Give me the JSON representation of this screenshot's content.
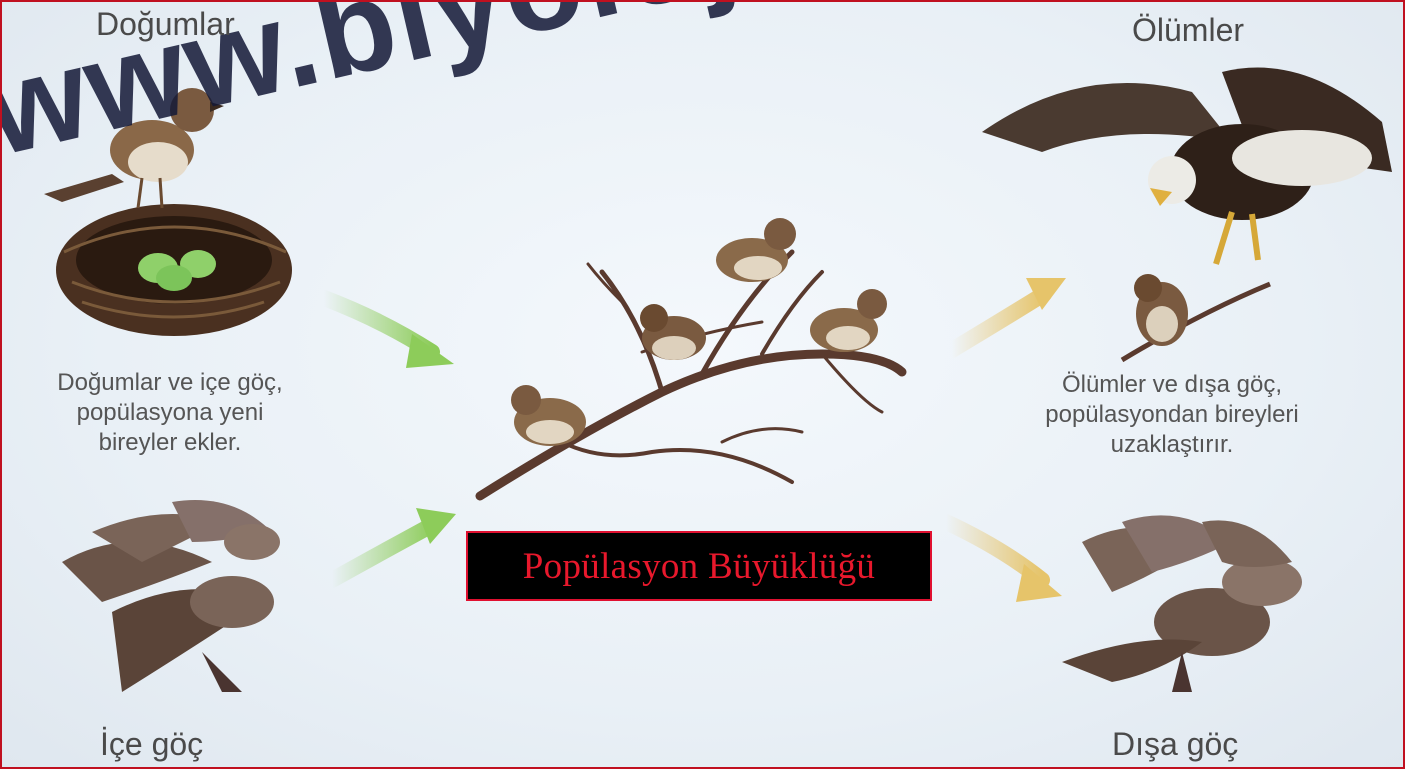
{
  "labels": {
    "births_title": "Doğumlar",
    "deaths_title": "Ölümler",
    "immigration_title": "İçe göç",
    "emigration_title": "Dışa göç",
    "left_desc": [
      "Doğumlar ve içe göç,",
      "popülasyona yeni",
      "bireyler ekler."
    ],
    "right_desc": [
      "Ölümler ve dışa göç,",
      "popülasyondan bireyleri",
      "uzaklaştırır."
    ]
  },
  "center_label": "Popülasyon Büyüklüğü",
  "watermark": "www.biyoloji",
  "colors": {
    "inflow_arrow": "#8dcc5a",
    "outflow_arrow": "#e6c46a",
    "center_box_bg": "#000000",
    "center_box_text": "#e8182c",
    "frame": "#c01020"
  }
}
